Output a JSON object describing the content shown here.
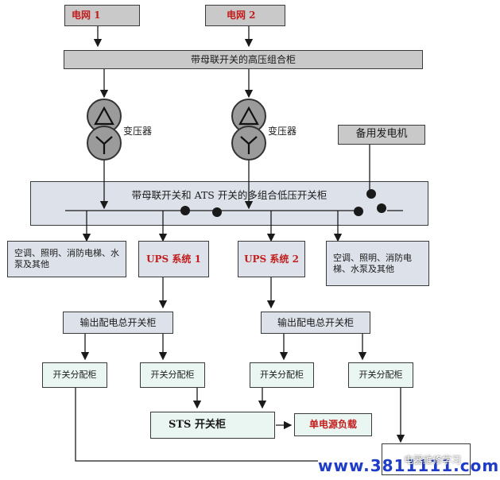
{
  "grid1": "电网 1",
  "grid2": "电网 2",
  "hv_cabinet": "带母联开关的高压组合柜",
  "transformer_label_1": "变压器",
  "transformer_label_2": "变压器",
  "generator": "备用发电机",
  "lv_cabinet": "带母联开关和 ATS 开关的多组合低压开关柜",
  "load_left": "空调、照明、消防电梯、水泵及其他",
  "ups1": "UPS 系统 1",
  "ups2": "UPS 系统 2",
  "load_right": "空调、照明、消防电梯、水泵及其他",
  "output_left": "输出配电总开关柜",
  "output_right": "输出配电总开关柜",
  "dist1": "开关分配柜",
  "dist2": "开关分配柜",
  "dist3": "开关分配柜",
  "dist4": "开关分配柜",
  "sts": "STS 开关柜",
  "single_load": "单电源负载",
  "watermark_url": "www.3811111.com",
  "watermark_text": "电器维修学习"
}
